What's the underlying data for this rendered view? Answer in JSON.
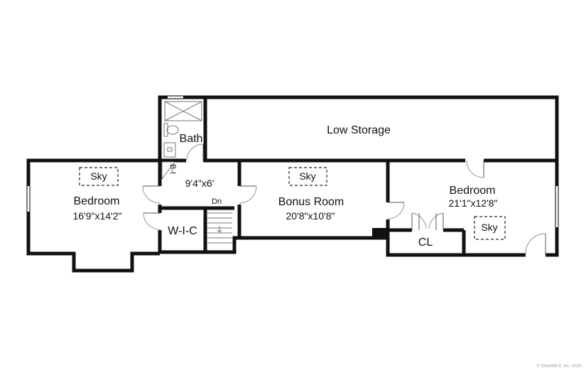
{
  "rooms": {
    "low_storage": {
      "name": "Low Storage"
    },
    "bath": {
      "name": "Bath"
    },
    "hall": {
      "dims": "9'4\"x6'"
    },
    "bedroom_left": {
      "name": "Bedroom",
      "dims": "16'9\"x14'2\""
    },
    "wic": {
      "name": "W-I-C"
    },
    "bonus_room": {
      "name": "Bonus Room",
      "dims": "20'8\"x10'8\""
    },
    "bedroom_right": {
      "name": "Bedroom",
      "dims": "21'1\"x12'8\""
    },
    "closet": {
      "name": "CL"
    }
  },
  "markers": {
    "skylight": "Sky",
    "stairs_down": "Dn",
    "built_in": "B-I"
  },
  "footer": {
    "copyright": "© SmartMLS, Inc. 2019"
  }
}
